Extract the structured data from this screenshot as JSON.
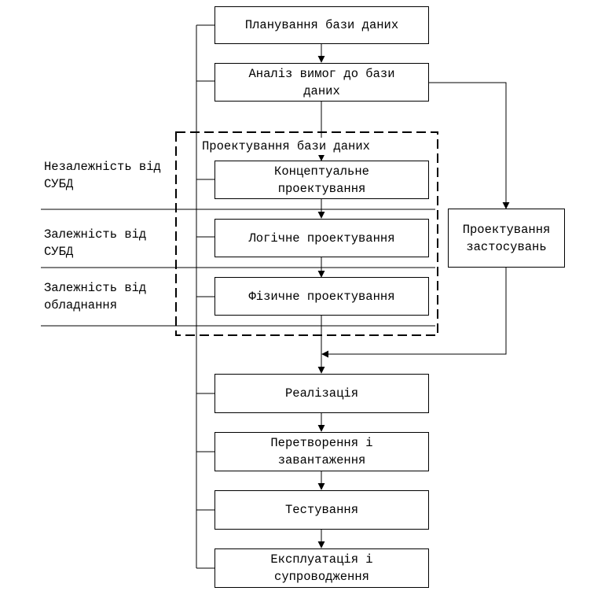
{
  "diagram": {
    "steps": [
      "Планування бази даних",
      "Аналіз вимог до бази даних",
      "Концептуальне проектування",
      "Логічне проектування",
      "Фізичне проектування",
      "Реалізація",
      "Перетворення і завантаження",
      "Тестування",
      "Експлуатація і супроводження"
    ],
    "side_step": "Проектування застосувань",
    "group_title": "Проектування бази даних",
    "zones": [
      "Незалежність від СУБД",
      "Залежність від СУБД",
      "Залежність від обладнання"
    ],
    "colors": {
      "line": "#000000",
      "background": "#ffffff"
    }
  }
}
